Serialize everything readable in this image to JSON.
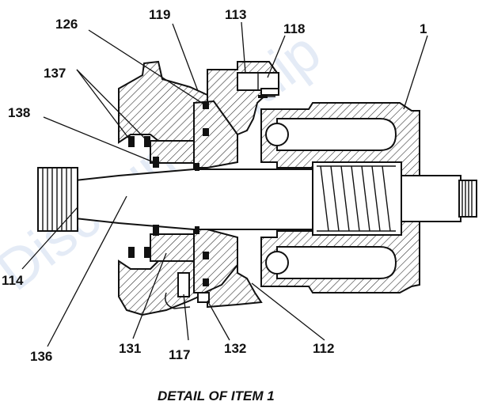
{
  "figure": {
    "caption": "DETAIL OF ITEM 1",
    "watermark": "Discount-Equip"
  },
  "callouts": {
    "c1": "1",
    "c112": "112",
    "c113": "113",
    "c114": "114",
    "c117": "117",
    "c118": "118",
    "c119": "119",
    "c126": "126",
    "c131": "131",
    "c132": "132",
    "c136": "136",
    "c137": "137",
    "c138": "138"
  },
  "colors": {
    "line": "#111111",
    "watermark": "#9db7e0",
    "background": "#ffffff"
  }
}
